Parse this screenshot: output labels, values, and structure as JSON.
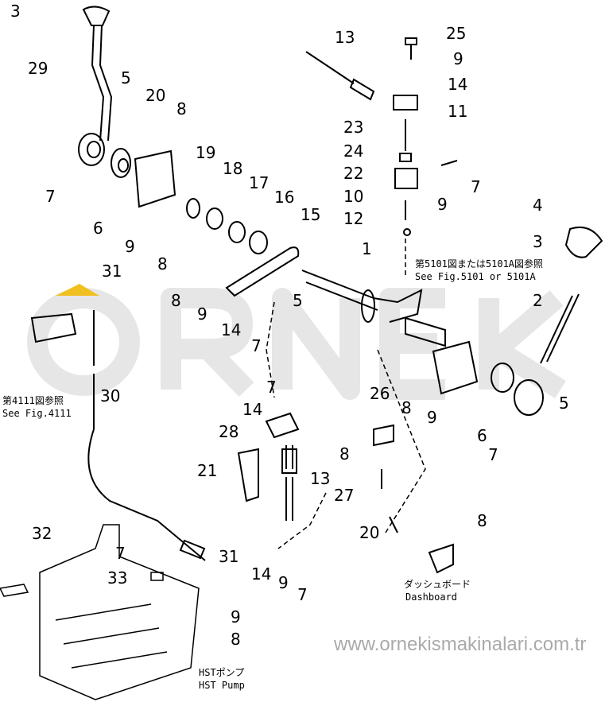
{
  "watermark": {
    "brand": "ORNEK",
    "url": "www.ornekismakinalari.com.tr",
    "accent_color": "#f0c020"
  },
  "callouts": [
    "3",
    "29",
    "5",
    "20",
    "8",
    "19",
    "18",
    "17",
    "16",
    "15",
    "7",
    "6",
    "9",
    "8",
    "31",
    "8",
    "9",
    "14",
    "7",
    "5",
    "1",
    "13",
    "25",
    "9",
    "14",
    "11",
    "23",
    "24",
    "22",
    "9",
    "7",
    "10",
    "12",
    "4",
    "3",
    "2",
    "5",
    "6",
    "7",
    "8",
    "9",
    "26",
    "30",
    "7",
    "14",
    "28",
    "21",
    "13",
    "8",
    "27",
    "7",
    "31",
    "33",
    "32",
    "14",
    "9",
    "7",
    "20",
    "8",
    "9",
    "8"
  ],
  "notes": {
    "fig5101_jp": "第5101図または5101A図参照",
    "fig5101_en": "See Fig.5101 or 5101A",
    "fig4111_jp": "第4111図参照",
    "fig4111_en": "See Fig.4111",
    "dashboard_jp": "ダッシュボード",
    "dashboard_en": "Dashboard",
    "pump_jp": "HSTポンプ",
    "pump_en": "HST Pump"
  }
}
